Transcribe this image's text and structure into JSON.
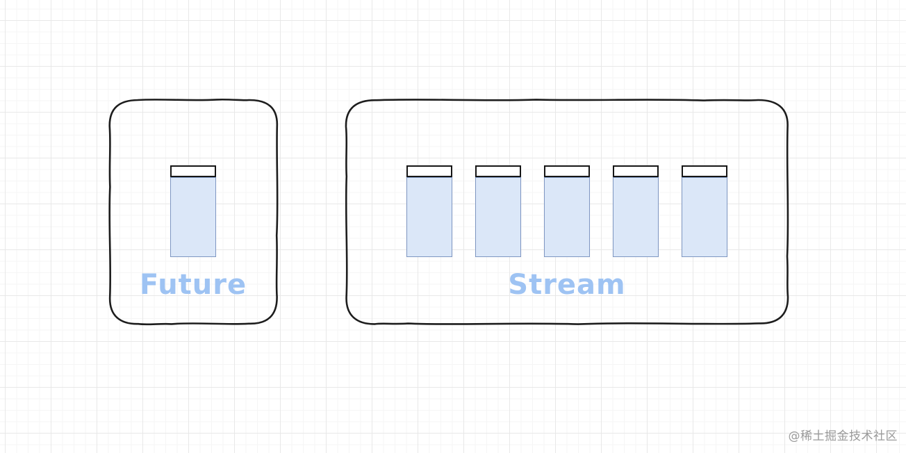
{
  "diagram": {
    "future": {
      "label": "Future",
      "cell_count": 1
    },
    "stream": {
      "label": "Stream",
      "cell_count": 5
    }
  },
  "watermark": "@稀土掘金技术社区",
  "colors": {
    "background": "#ffffff",
    "grid_minor": "#f5f5f5",
    "grid_major": "#e8e8e8",
    "sketch_stroke": "#1d1d1d",
    "cell_cap_fill": "#ffffff",
    "cell_cap_border": "#161616",
    "cell_body_fill": "#dbe7f8",
    "cell_body_border": "#7e96c2",
    "label_color": "#9ec3f3",
    "watermark_color": "#9a9a9a"
  }
}
